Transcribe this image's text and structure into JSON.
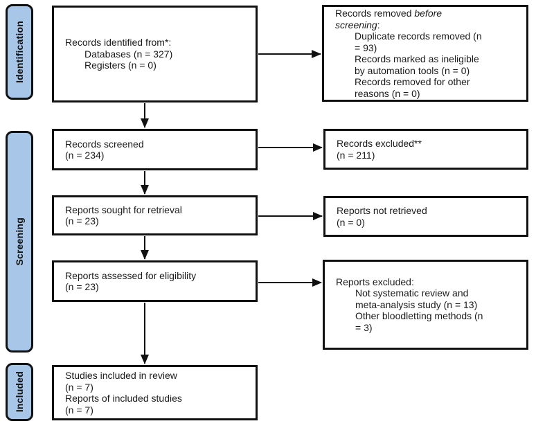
{
  "stages": {
    "identification": "Identification",
    "screening": "Screening",
    "included": "Included"
  },
  "colors": {
    "stage_fill": "#A8C6E8",
    "box_border": "#111111",
    "arrow": "#111111",
    "background": "#ffffff"
  },
  "boxes": {
    "identified": {
      "lines": [
        {
          "pre": "Records identified from*:",
          "ind": 0
        },
        {
          "pre": "Databases (n = 327)",
          "ind": 1
        },
        {
          "pre": "Registers (n = 0)",
          "ind": 1
        }
      ]
    },
    "removed": {
      "lines": [
        {
          "pre": "Records removed ",
          "it": "before",
          "ind": 0
        },
        {
          "it": "screening",
          "post": ":",
          "ind": 0
        },
        {
          "pre": "Duplicate records removed (n",
          "ind": 1
        },
        {
          "pre": "= 93)",
          "ind": 1
        },
        {
          "pre": "Records marked as ineligible",
          "ind": 1
        },
        {
          "pre": "by automation tools (n = 0)",
          "ind": 1
        },
        {
          "pre": "Records removed for other",
          "ind": 1
        },
        {
          "pre": "reasons (n = 0)",
          "ind": 1
        }
      ]
    },
    "screened": {
      "lines": [
        {
          "pre": "Records screened",
          "ind": 0
        },
        {
          "pre": "(n = 234)",
          "ind": 0
        }
      ]
    },
    "excluded": {
      "lines": [
        {
          "pre": "Records excluded**",
          "ind": 0
        },
        {
          "pre": "(n = 211)",
          "ind": 0
        }
      ]
    },
    "sought": {
      "lines": [
        {
          "pre": "Reports sought for retrieval",
          "ind": 0
        },
        {
          "pre": "(n = 23)",
          "ind": 0
        }
      ]
    },
    "not_retrieved": {
      "lines": [
        {
          "pre": "Reports not retrieved",
          "ind": 0
        },
        {
          "pre": "(n = 0)",
          "ind": 0
        }
      ]
    },
    "assessed": {
      "lines": [
        {
          "pre": "Reports assessed for eligibility",
          "ind": 0
        },
        {
          "pre": "(n = 23)",
          "ind": 0
        }
      ]
    },
    "reports_excluded": {
      "lines": [
        {
          "pre": "Reports excluded:",
          "ind": 0
        },
        {
          "pre": "Not systematic review and",
          "ind": 1
        },
        {
          "pre": "meta-analysis study (n = 13)",
          "ind": 1
        },
        {
          "pre": "Other bloodletting methods (n",
          "ind": 1
        },
        {
          "pre": "= 3)",
          "ind": 1
        }
      ]
    },
    "studies_included": {
      "lines": [
        {
          "pre": "Studies included in review",
          "ind": 0
        },
        {
          "pre": "(n = 7)",
          "ind": 0
        },
        {
          "pre": "Reports of included studies",
          "ind": 0
        },
        {
          "pre": "(n = 7)",
          "ind": 0
        }
      ]
    }
  }
}
